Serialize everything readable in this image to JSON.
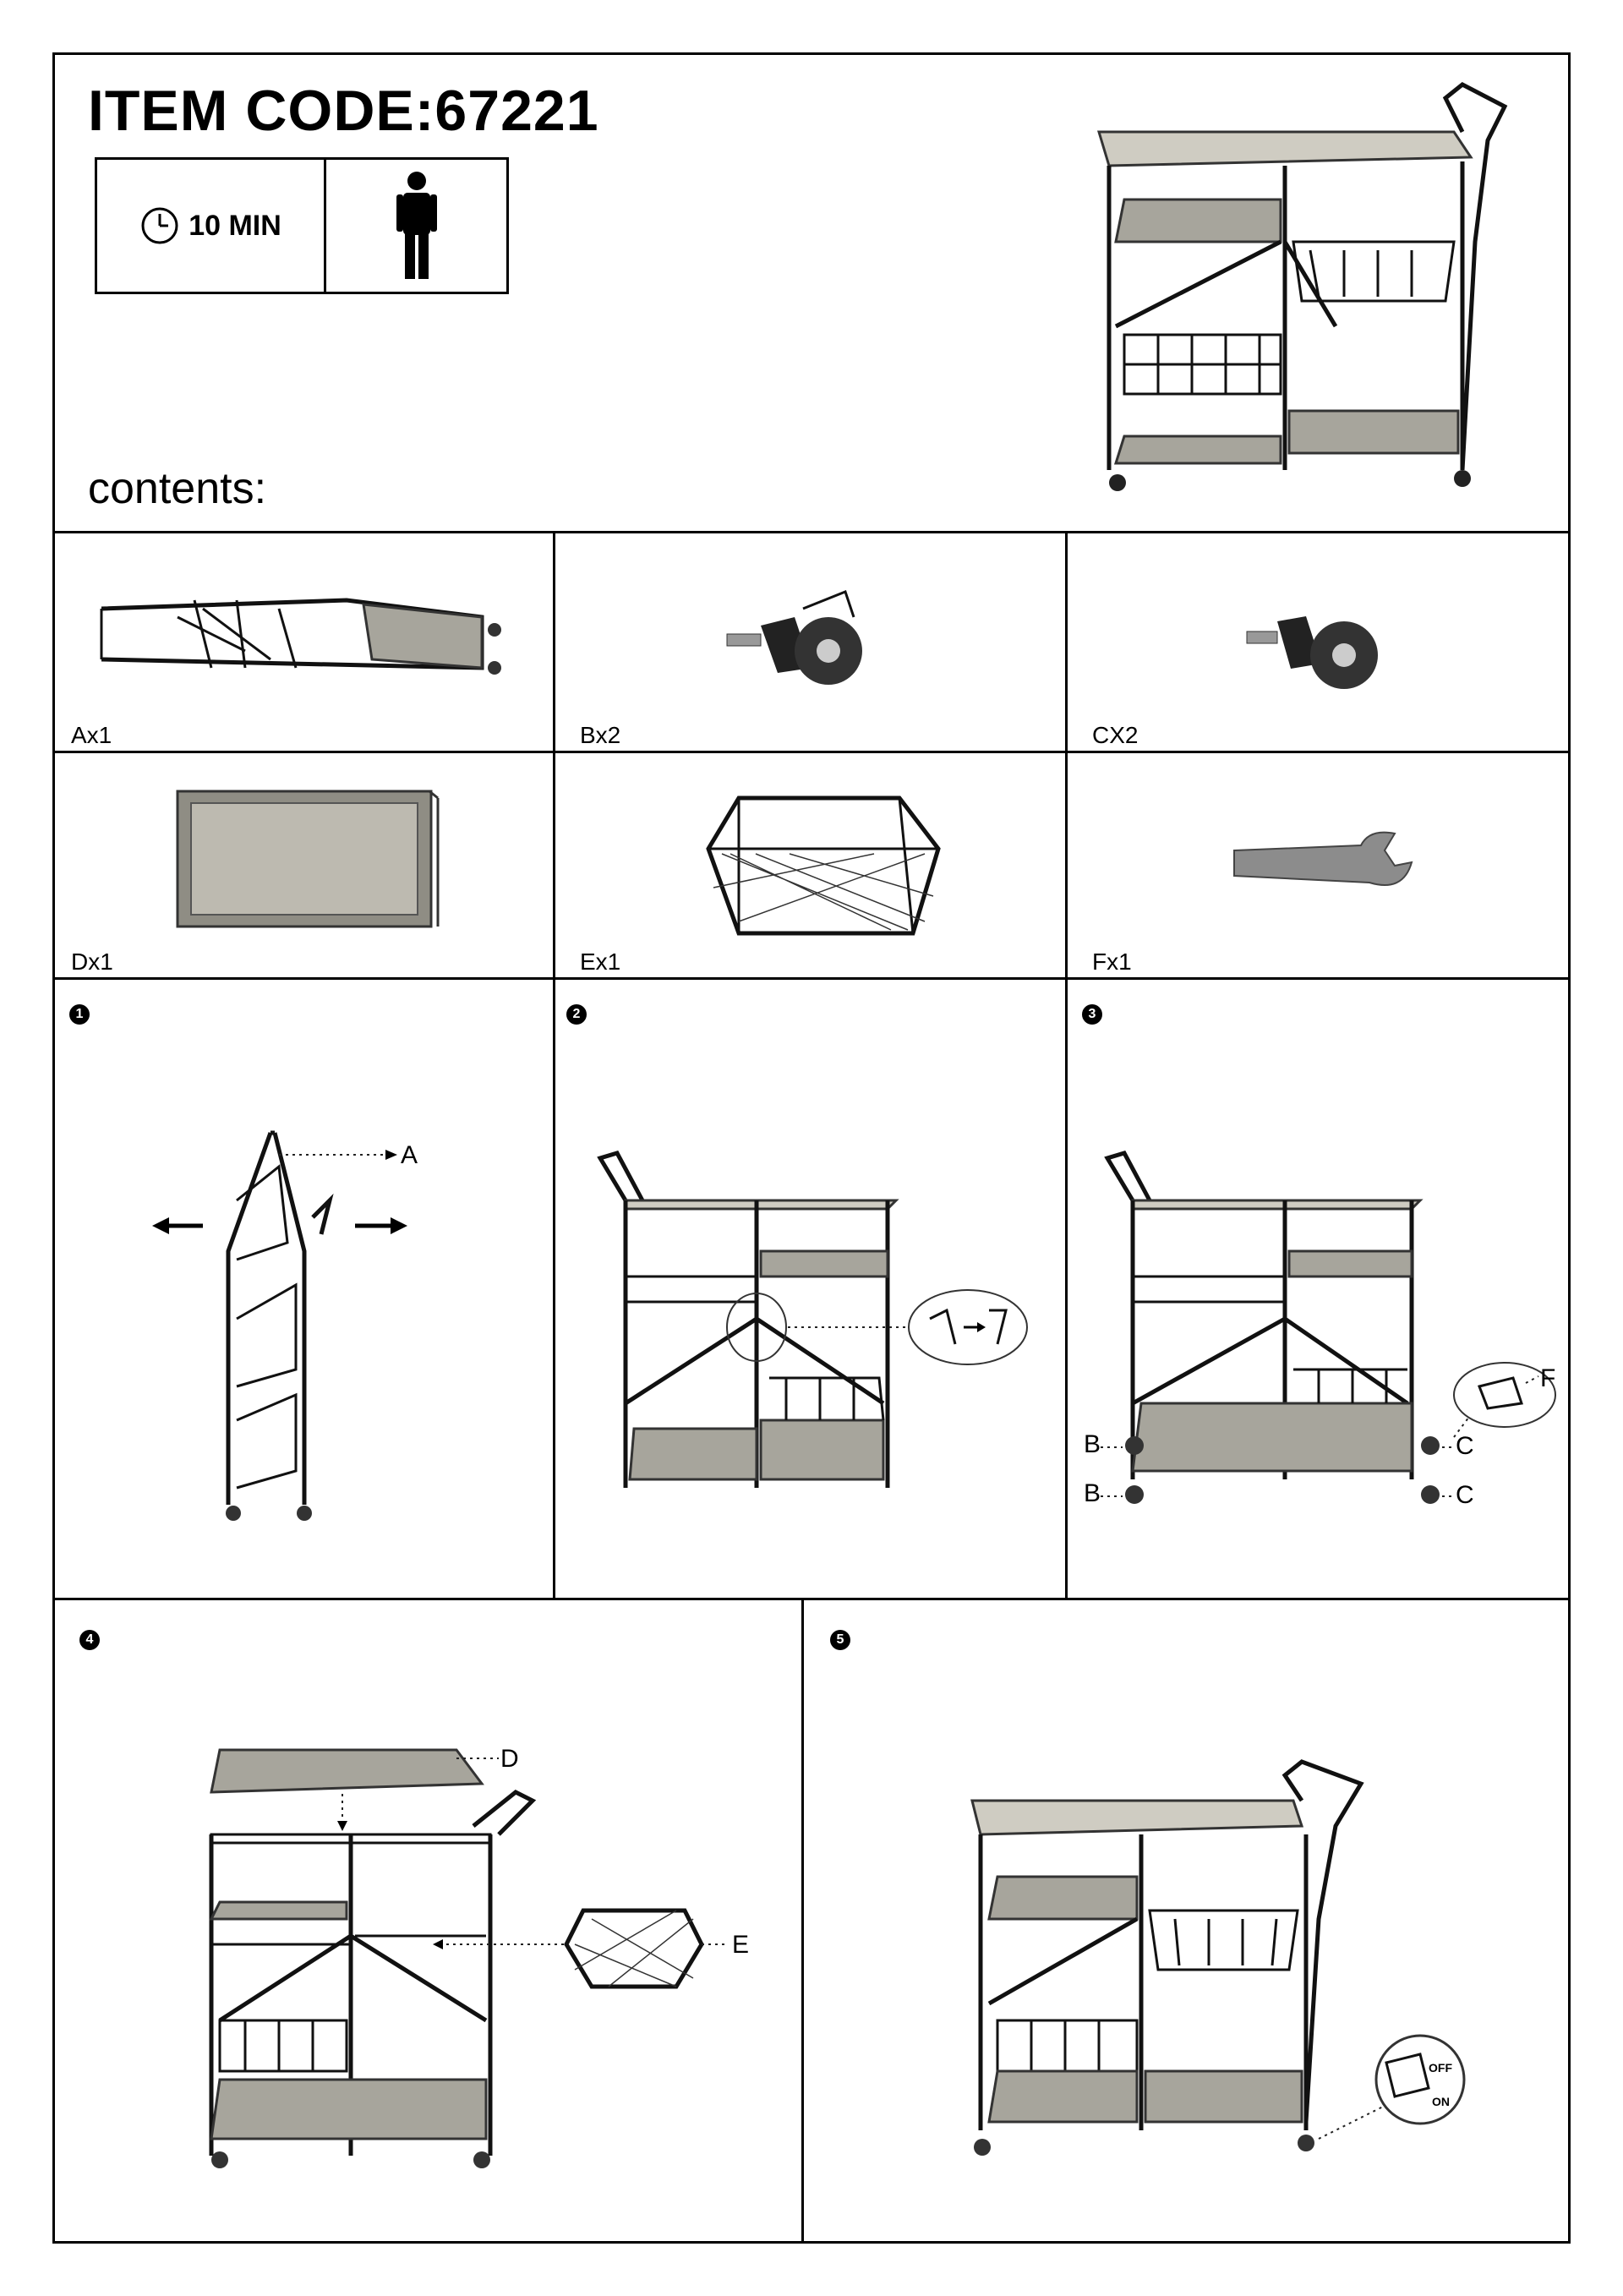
{
  "header": {
    "title": "ITEM CODE:67221",
    "time": "10 MIN",
    "contents_label": "contents:"
  },
  "parts": [
    {
      "label": "Ax1",
      "icon": "folded-cart-icon"
    },
    {
      "label": "Bx2",
      "icon": "locking-caster-icon"
    },
    {
      "label": "CX2",
      "icon": "caster-icon"
    },
    {
      "label": "Dx1",
      "icon": "wood-tray-icon"
    },
    {
      "label": "Ex1",
      "icon": "wire-basket-icon"
    },
    {
      "label": "Fx1",
      "icon": "wrench-icon"
    }
  ],
  "steps": [
    {
      "number": "1",
      "callouts": [
        "A"
      ]
    },
    {
      "number": "2",
      "callouts": []
    },
    {
      "number": "3",
      "callouts": [
        "B",
        "B",
        "C",
        "C",
        "F"
      ]
    },
    {
      "number": "4",
      "callouts": [
        "D",
        "E"
      ]
    },
    {
      "number": "5",
      "callouts": [
        "OFF",
        "ON"
      ]
    }
  ],
  "colors": {
    "ink": "#000000",
    "wood": "#a7a59c",
    "paper": "#ffffff"
  }
}
